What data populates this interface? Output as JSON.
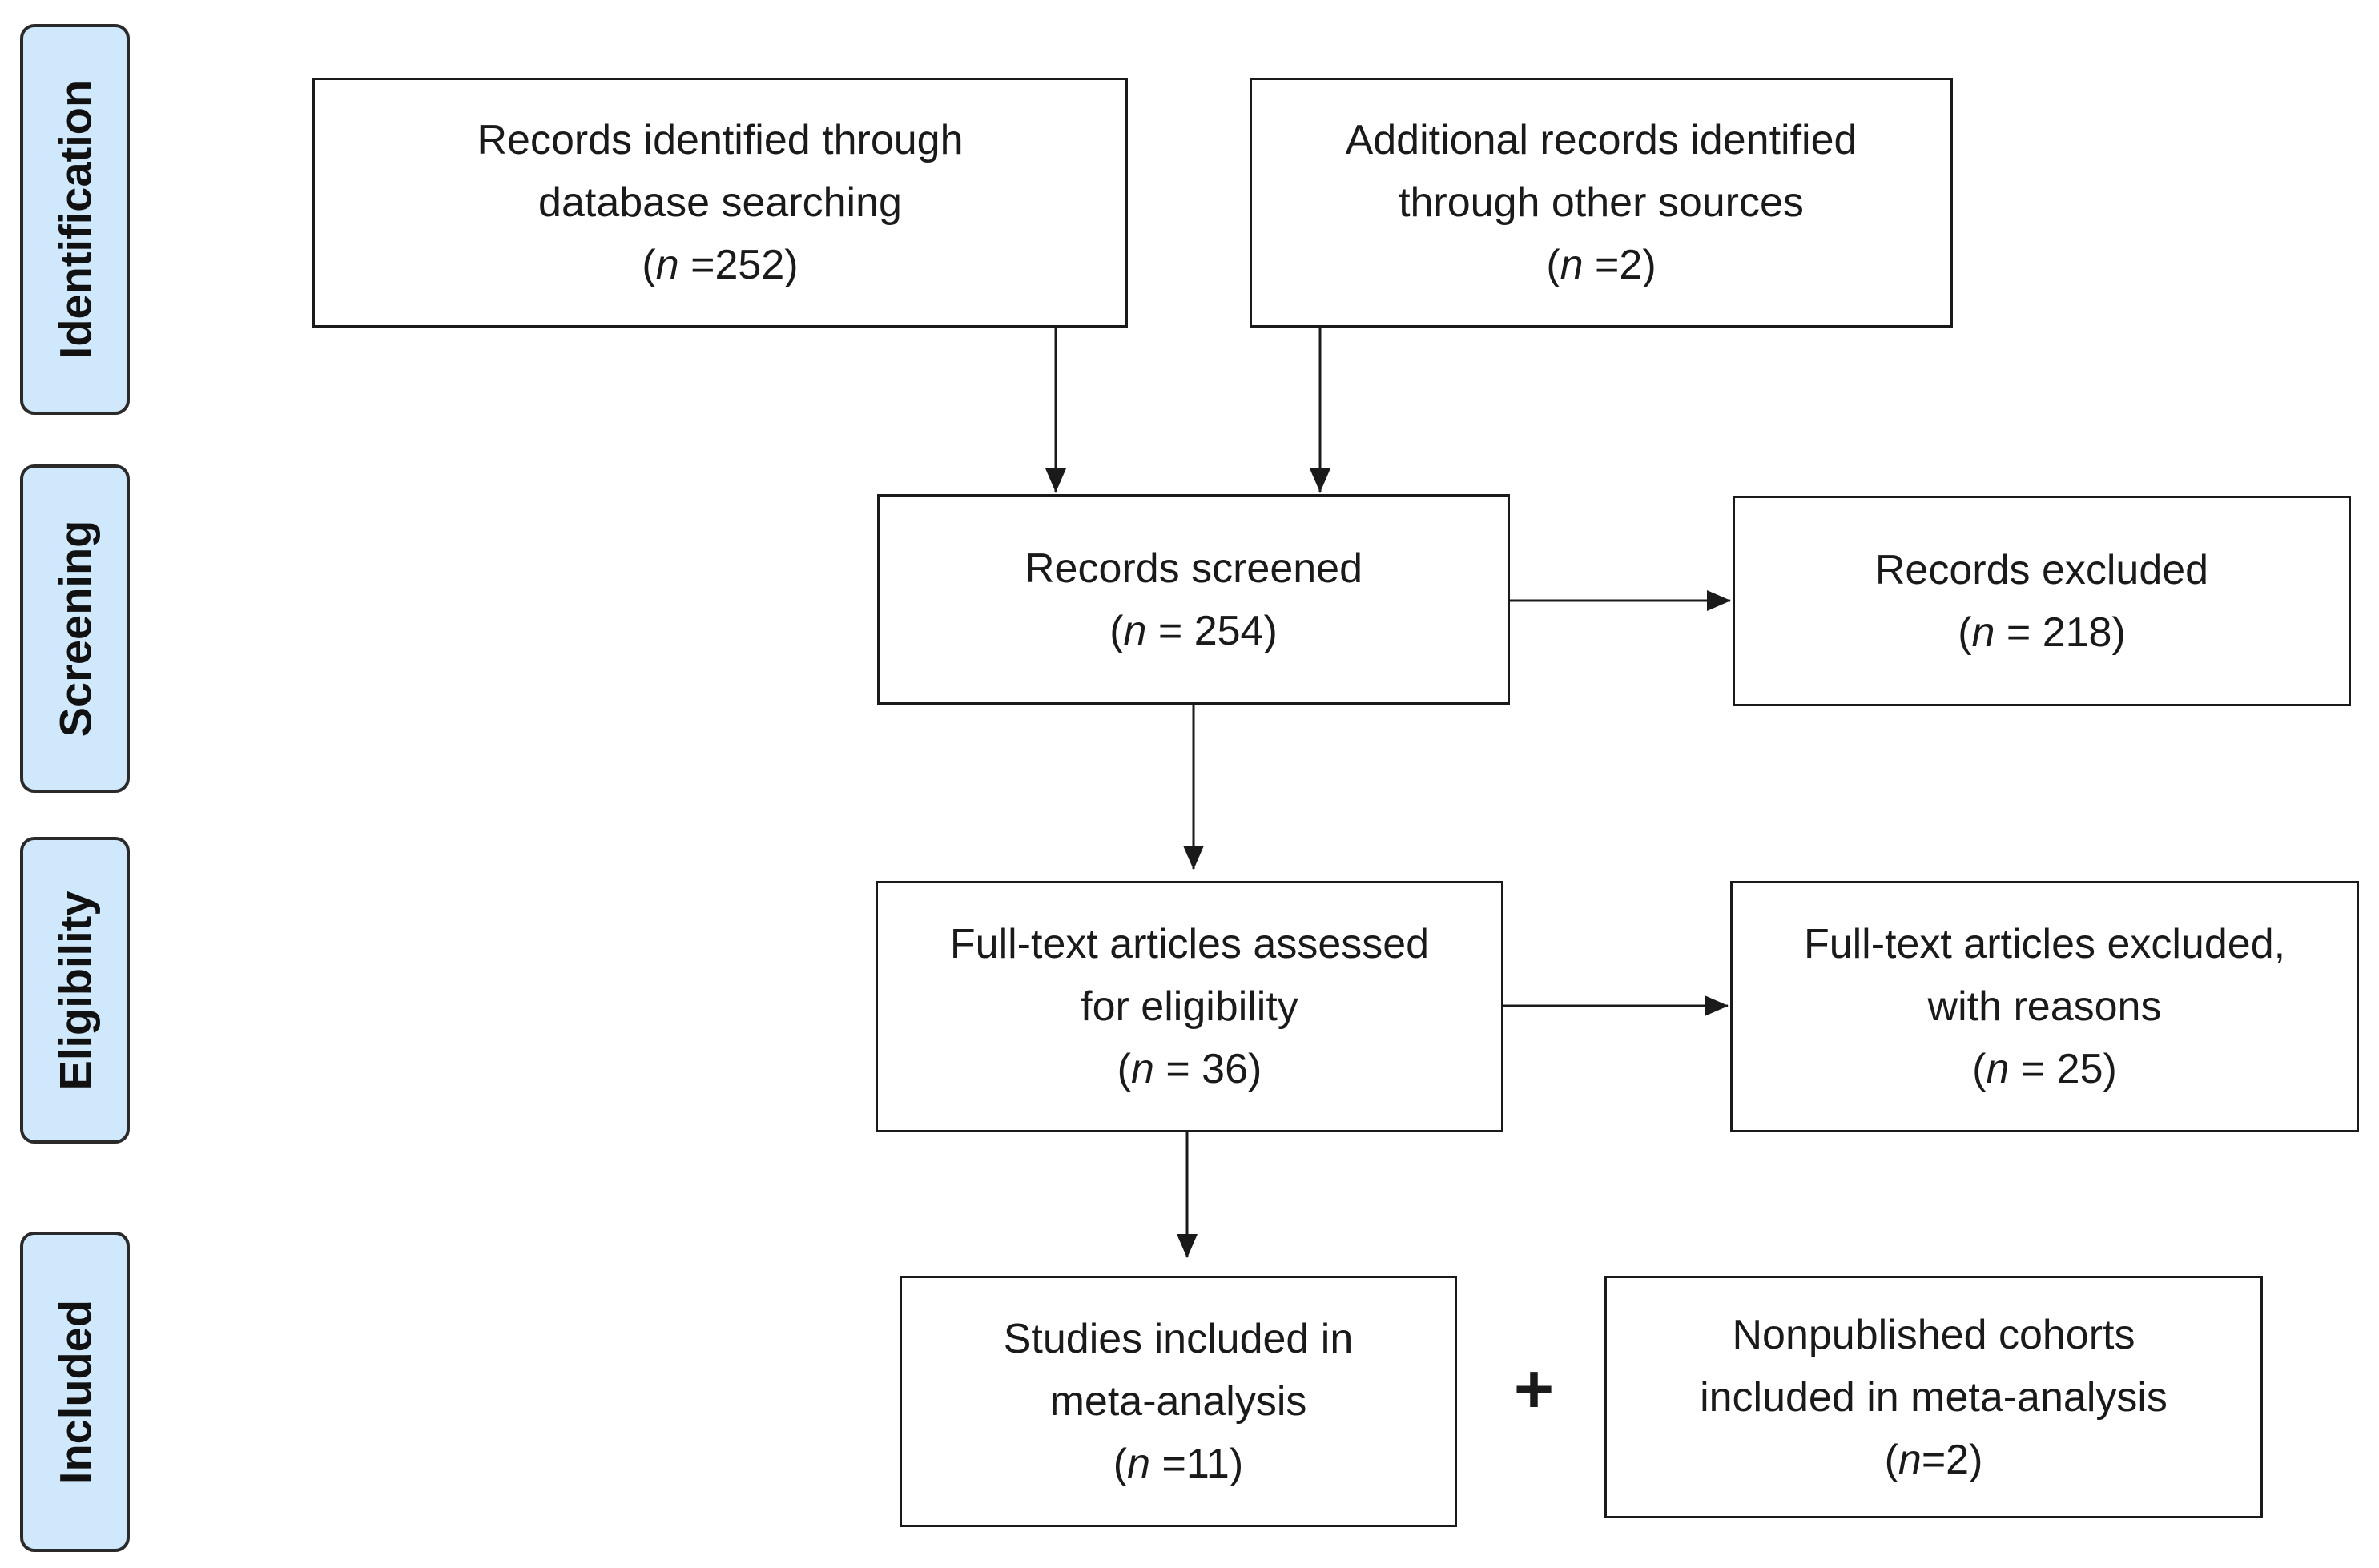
{
  "stages": {
    "identification": "Identification",
    "screening": "Screening",
    "eligibility": "Eligibility",
    "included": "Included"
  },
  "boxes": {
    "db_records": {
      "lines": [
        "Records identified through",
        "database searching"
      ],
      "n_prefix": "(",
      "n_var": "n",
      "n_suffix": " =252)"
    },
    "other_records": {
      "lines": [
        "Additional records identified",
        "through other sources"
      ],
      "n_prefix": "(",
      "n_var": "n",
      "n_suffix": " =2)"
    },
    "screened": {
      "lines": [
        "Records screened"
      ],
      "n_prefix": "(",
      "n_var": "n",
      "n_suffix": " = 254)"
    },
    "excluded": {
      "lines": [
        "Records excluded"
      ],
      "n_prefix": "(",
      "n_var": "n",
      "n_suffix": " = 218)"
    },
    "fulltext": {
      "lines": [
        "Full-text articles assessed",
        "for eligibility"
      ],
      "n_prefix": "(",
      "n_var": "n",
      "n_suffix": " = 36)"
    },
    "fulltext_excluded": {
      "lines": [
        "Full-text articles excluded,",
        "with reasons"
      ],
      "n_prefix": "(",
      "n_var": "n",
      "n_suffix": " = 25)"
    },
    "studies_included": {
      "lines": [
        "Studies included in",
        "meta-analysis"
      ],
      "n_prefix": "(",
      "n_var": "n",
      "n_suffix": " =11)"
    },
    "nonpublished": {
      "lines": [
        "Nonpublished cohorts",
        "included in meta-analysis"
      ],
      "n_prefix": "(",
      "n_var": "n",
      "n_suffix": "=2)"
    }
  },
  "plus": "+"
}
